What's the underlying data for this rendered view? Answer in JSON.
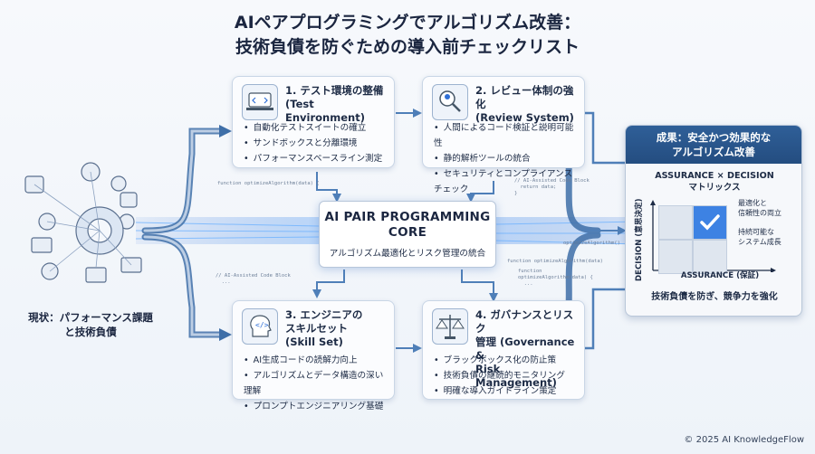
{
  "title": {
    "line1": "AIペアプログラミングでアルゴリズム改善：",
    "line2": "技術負債を防ぐための導入前チェックリスト"
  },
  "current_state": {
    "line1": "現状：パフォーマンス課題",
    "line2": "と技術負債"
  },
  "core": {
    "title_line1": "AI PAIR PROGRAMMING",
    "title_line2": "CORE",
    "subtitle": "アルゴリズム最適化とリスク管理の統合"
  },
  "cards": {
    "test": {
      "title_line1": "1. テスト環境の整備",
      "title_line2": "(Test Environment)",
      "items": [
        "自動化テストスイートの確立",
        "サンドボックスと分離環境",
        "パフォーマンスベースライン測定"
      ],
      "icon": "laptop-icon"
    },
    "review": {
      "title_line1": "2. レビュー体制の強化",
      "title_line2": "(Review System)",
      "items": [
        "人間によるコード検証と説明可能性",
        "静的解析ツールの統合",
        "セキュリティとコンプライアンスチェック"
      ],
      "icon": "magnifier-person-icon"
    },
    "skill": {
      "title_line1": "3. エンジニアの",
      "title_line2": "スキルセット",
      "title_line3": "(Skill Set)",
      "items": [
        "AI生成コードの読解力向上",
        "アルゴリズムとデータ構造の深い理解",
        "プロンプトエンジニアリング基礎"
      ],
      "icon": "brain-head-icon"
    },
    "governance": {
      "title_line1": "4. ガバナンスとリスク",
      "title_line2": "管理 (Governance &",
      "title_line3": "Risk Management)",
      "items": [
        "ブラックボックス化の防止策",
        "技術負債の継続的モニタリング",
        "明確な導入ガイドライン策定"
      ],
      "icon": "scales-icon"
    }
  },
  "result": {
    "header_line1": "成果：安全かつ効果的な",
    "header_line2": "アルゴリズム改善",
    "matrix_title_line1": "ASSURANCE × DECISION",
    "matrix_title_line2": "マトリックス",
    "quad_label_1a": "最適化と",
    "quad_label_1b": "信頼性の両立",
    "quad_label_2a": "持続可能な",
    "quad_label_2b": "システム成長",
    "y_label": "DECISION (意思決定)",
    "x_label": "ASSURANCE (保証)",
    "footer": "技術負債を防ぎ、競争力を強化"
  },
  "code_snippets": {
    "s1": "function optimizeAlgorithm(data) {",
    "s2": "// AI-Assisted Code Block\n  return data;\n}",
    "s3": "// AI-Assisted Code Block\n  ...",
    "s4": "function\noptimizeAlgorithm(data) {\n  ...",
    "s5": "function optimizeAlgorithm(data)",
    "s6": "optimizeAlgorithm()"
  },
  "copyright": "© 2025 AI KnowledgeFlow",
  "colors": {
    "accent": "#2f6fd6",
    "glow": "#7fc1ff",
    "result_header": "#2a568c",
    "highlight_quadrant": "#3d82e3"
  }
}
